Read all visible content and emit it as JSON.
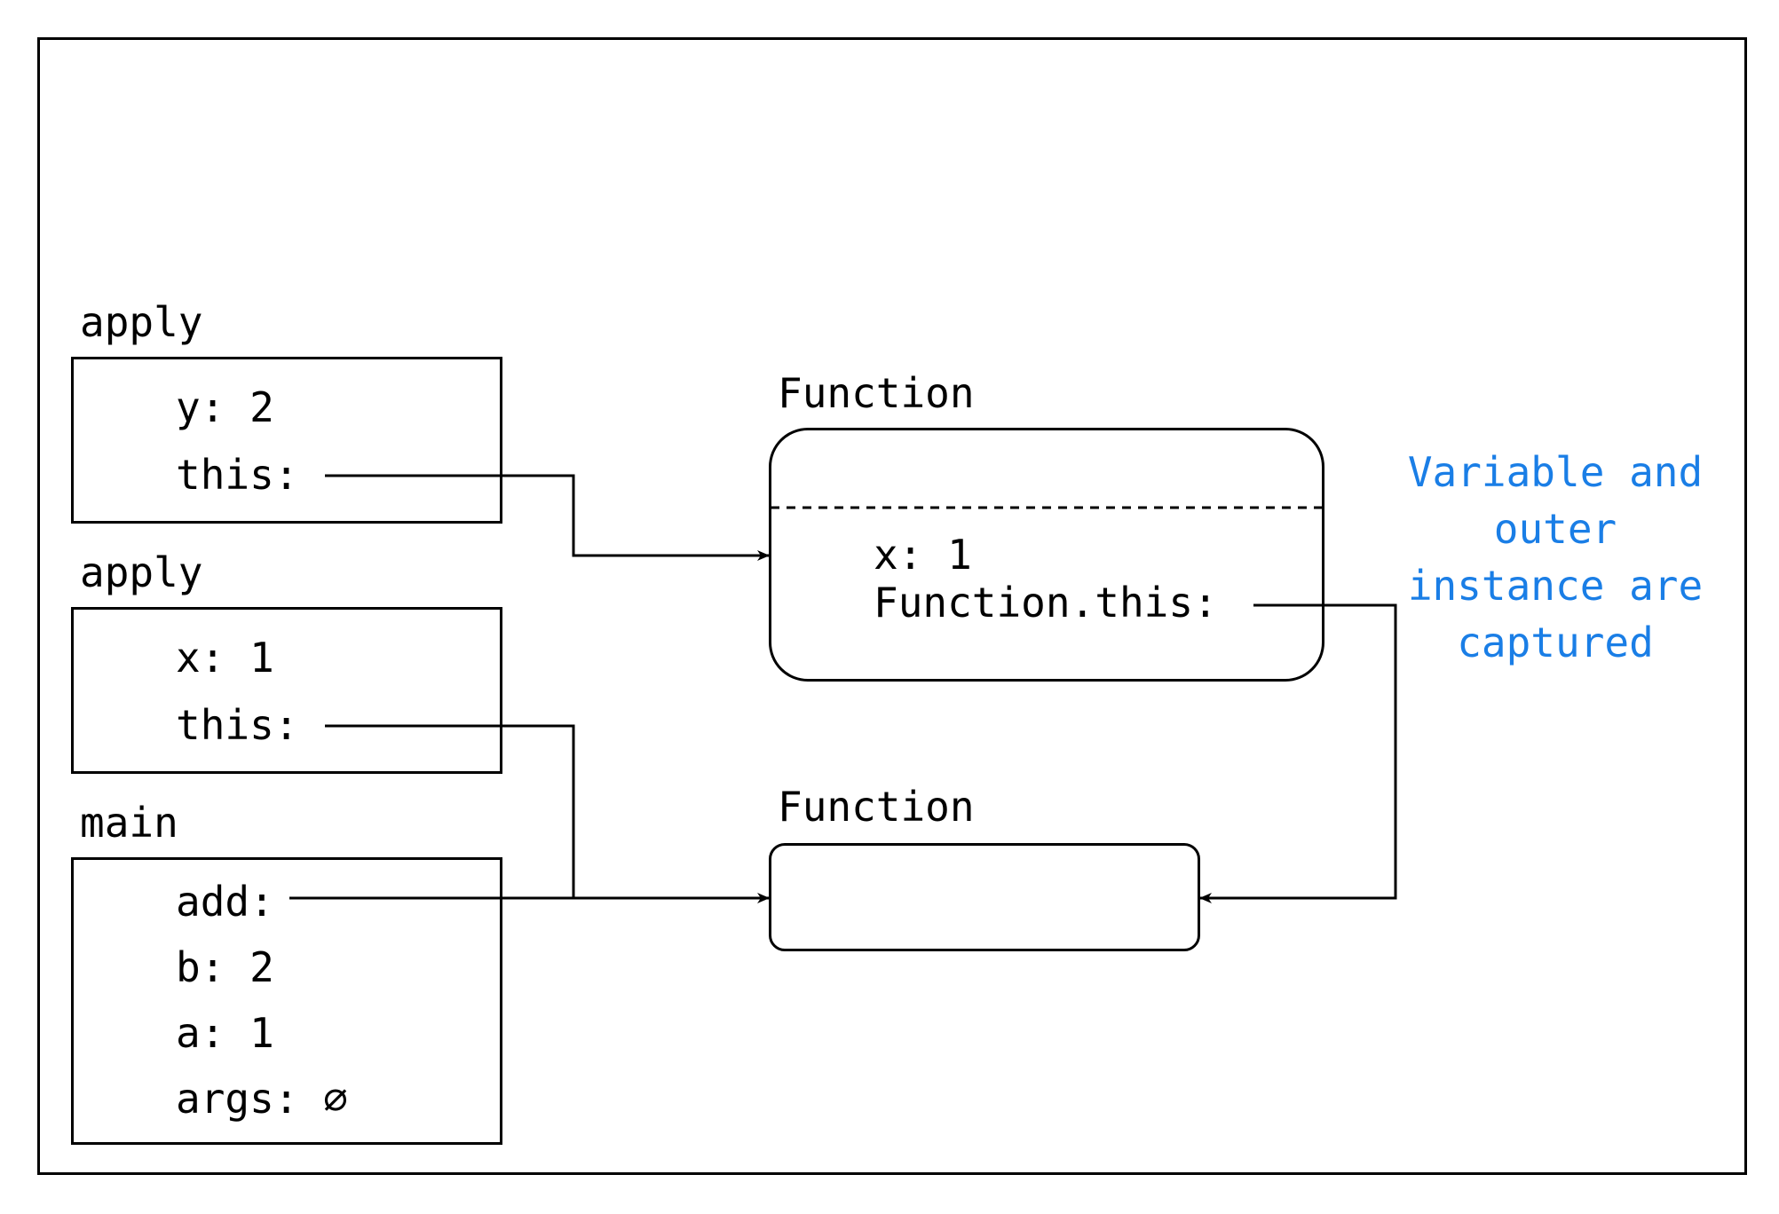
{
  "frames": {
    "apply_top": {
      "title": "apply",
      "rows": [
        "y: 2",
        "this:"
      ]
    },
    "apply_mid": {
      "title": "apply",
      "rows": [
        "x: 1",
        "this:"
      ]
    },
    "main": {
      "title": "main",
      "rows": [
        "add:",
        "b: 2",
        "a: 1",
        "args: ∅"
      ]
    }
  },
  "objects": {
    "function_top": {
      "title": "Function",
      "rows": [
        "x: 1",
        "Function.this:"
      ]
    },
    "function_bottom": {
      "title": "Function"
    }
  },
  "annotation": "Variable and outer instance are captured",
  "colors": {
    "annotation": "#1a7ee6",
    "stroke": "#000000"
  }
}
